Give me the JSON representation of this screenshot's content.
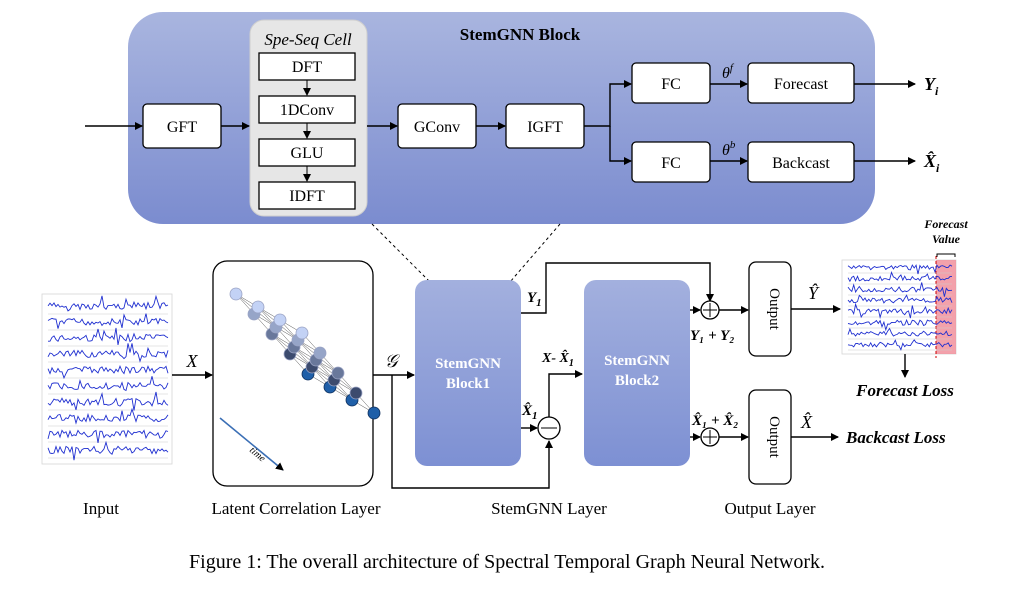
{
  "stemgnn_block": {
    "title": "StemGNN Block",
    "cell_title": "Spe-Seq Cell",
    "cell_ops": [
      "DFT",
      "1DConv",
      "GLU",
      "IDFT"
    ],
    "gft": "GFT",
    "gconv": "GConv",
    "igft": "IGFT",
    "fc_top": "FC",
    "fc_bottom": "FC",
    "theta_f": "θ",
    "theta_f_sup": "f",
    "theta_b": "θ",
    "theta_b_sup": "b",
    "forecast": "Forecast",
    "backcast": "Backcast",
    "y_out": "Y",
    "y_out_sub": "i",
    "x_out": "X̂",
    "x_out_sub": "i"
  },
  "pipeline": {
    "x_label": "X",
    "g_label": "𝒢",
    "block1_line1": "StemGNN",
    "block1_line2": "Block1",
    "block2_line1": "StemGNN",
    "block2_line2": "Block2",
    "y1": "Y",
    "y1_sub": "1",
    "x_minus_x1": "X- X̂",
    "x_minus_x1_sub": "1",
    "xhat1": "X̂",
    "xhat1_sub": "1",
    "y_sum": "Y₁ + Y₂",
    "x_sum": "X̂₁ + X̂₂",
    "output_top": "Output",
    "output_bottom": "Output",
    "yhat": "Ŷ",
    "xhat": "X̂",
    "time": "time",
    "forecast_value_line1": "Forecast",
    "forecast_value_line2": "Value",
    "forecast_loss": "Forecast Loss",
    "backcast_loss": "Backcast Loss"
  },
  "layer_labels": {
    "input": "Input",
    "latent": "Latent Correlation Layer",
    "stemgnn": "StemGNN Layer",
    "output": "Output Layer"
  },
  "caption": "Figure 1: The overall architecture of Spectral Temporal Graph Neural Network.",
  "colors": {
    "block_bg_top": "#a8b4de",
    "block_bg_bottom": "#7d8fcf",
    "cell_bg": "#e6e6e6",
    "node_blue": "#1f5fa8",
    "forecast_band": "#f08a96",
    "series_line": "#1f2fd0"
  }
}
